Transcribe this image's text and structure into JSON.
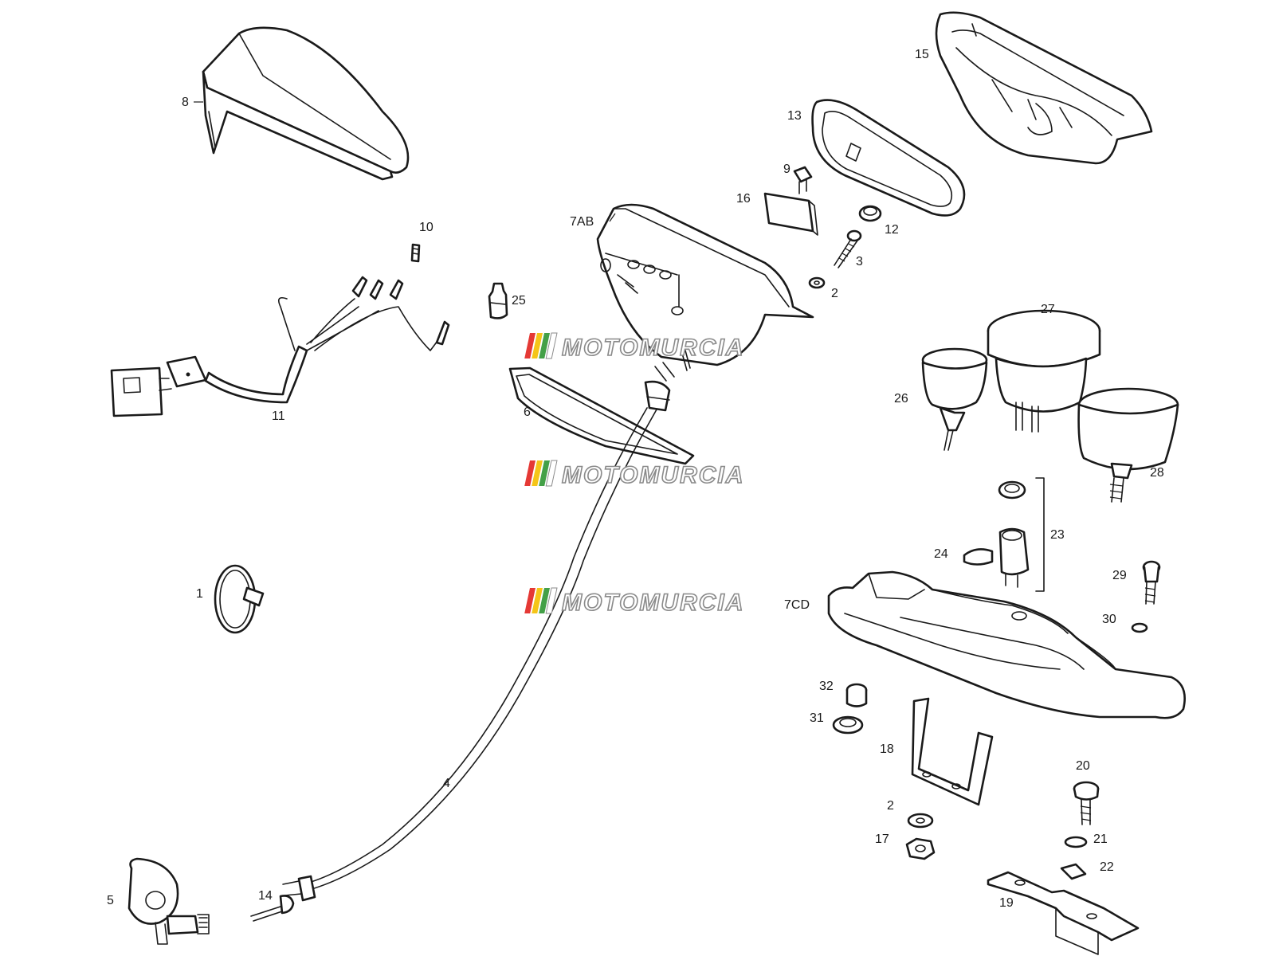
{
  "diagram": {
    "labels": {
      "p1": "1",
      "p2a": "2",
      "p2b": "2",
      "p3": "3",
      "p4": "4",
      "p5": "5",
      "p6": "6",
      "p7ab": "7AB",
      "p7cd": "7CD",
      "p8": "8",
      "p9": "9",
      "p10": "10",
      "p11": "11",
      "p12": "12",
      "p13": "13",
      "p14": "14",
      "p15": "15",
      "p16": "16",
      "p17": "17",
      "p18": "18",
      "p19": "19",
      "p20": "20",
      "p21": "21",
      "p22": "22",
      "p23": "23",
      "p24": "24",
      "p25": "25",
      "p26": "26",
      "p27": "27",
      "p28": "28",
      "p29": "29",
      "p30": "30",
      "p31": "31",
      "p32": "32"
    }
  },
  "watermark": {
    "text": "MOTOMURCIA",
    "stripe_colors": [
      "#e53935",
      "#f5c518",
      "#43a047",
      "#ffffff"
    ]
  }
}
